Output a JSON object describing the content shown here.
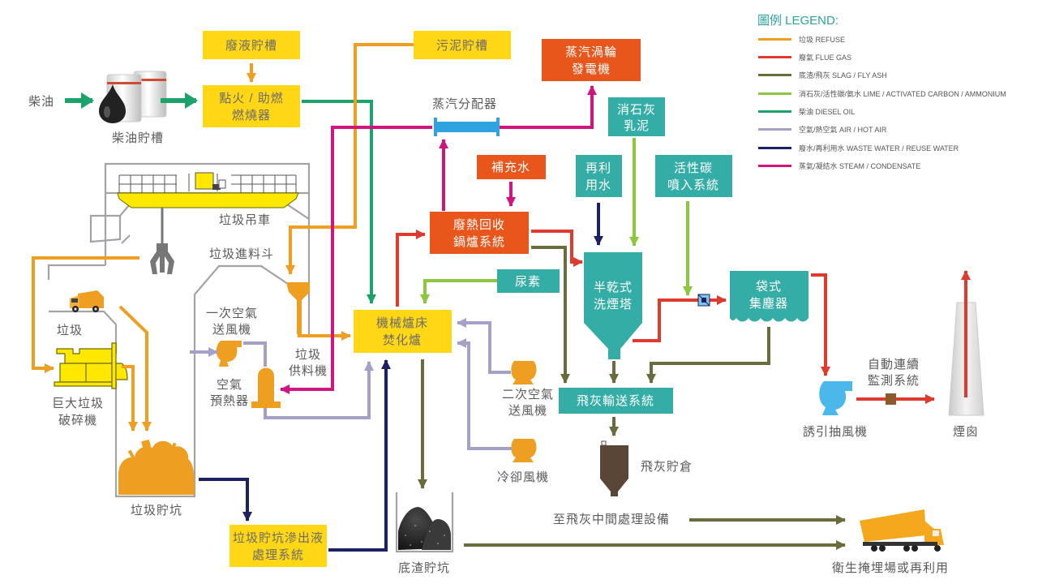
{
  "legend": {
    "title": "圖例  LEGEND:",
    "items": [
      {
        "label": "垃圾  REFUSE",
        "color": "#EE9F22"
      },
      {
        "label": "廢氣  FLUE GAS",
        "color": "#E0392E"
      },
      {
        "label": "底渣/飛灰  SLAG / FLY ASH",
        "color": "#6B6C3C"
      },
      {
        "label": "消石灰/活性碳/氨水  LIME / ACTIVATED CARBON / AMMONIUM",
        "color": "#8DC63F"
      },
      {
        "label": "柴油  DIESEL OIL",
        "color": "#1BA36B"
      },
      {
        "label": "空氣/熱空氣  AIR  / HOT AIR",
        "color": "#A3A1C9"
      },
      {
        "label": "廢水/再利用水  WASTE WATER / REUSE WATER",
        "color": "#1B2163"
      },
      {
        "label": "蒸氣/凝結水  STEAM / CONDENSATE",
        "color": "#D1157F"
      }
    ]
  },
  "boxes": {
    "waste_liquid_tank": {
      "lines": [
        "廢液貯槽"
      ]
    },
    "burner": {
      "lines": [
        "點火 / 助燃",
        "燃燒器"
      ]
    },
    "sludge_tank": {
      "lines": [
        "污泥貯槽"
      ]
    },
    "steam_turbine": {
      "lines": [
        "蒸汽渦輪",
        "發電機"
      ]
    },
    "lime_slurry": {
      "lines": [
        "消石灰",
        "乳泥"
      ]
    },
    "makeup_water": {
      "lines": [
        "補充水"
      ]
    },
    "reuse_water": {
      "lines": [
        "再利",
        "用水"
      ]
    },
    "activated_carbon": {
      "lines": [
        "活性碳",
        "噴入系統"
      ]
    },
    "boiler": {
      "lines": [
        "廢熱回收",
        "鍋爐系統"
      ]
    },
    "urea": {
      "lines": [
        "尿素"
      ]
    },
    "scrubber": {
      "lines": [
        "半乾式",
        "洗煙塔"
      ]
    },
    "baghouse": {
      "lines": [
        "袋式",
        "集塵器"
      ]
    },
    "incinerator": {
      "lines": [
        "機械爐床",
        "焚化爐"
      ]
    },
    "fly_ash_conveyor": {
      "lines": [
        "飛灰輸送系統"
      ]
    },
    "leachate": {
      "lines": [
        "垃圾貯坑滲出液",
        "處理系統"
      ]
    }
  },
  "labels": {
    "diesel": "柴油",
    "diesel_tank": "柴油貯槽",
    "steam_header": "蒸汽分配器",
    "crane": "垃圾吊車",
    "hopper": "垃圾進料斗",
    "primary_fan": [
      "一次空氣",
      "送風機"
    ],
    "air_preheater": [
      "空氣",
      "預熱器"
    ],
    "feeder": [
      "垃圾",
      "供料機"
    ],
    "refuse": "垃圾",
    "shredder": [
      "巨大垃圾",
      "破碎機"
    ],
    "refuse_pit": "垃圾貯坑",
    "bottom_ash_pit": "底渣貯坑",
    "secondary_fan": [
      "二次空氣",
      "送風機"
    ],
    "cooling_fan": "冷卻風機",
    "fly_ash_silo": "飛灰貯倉",
    "to_fly_ash_treatment": "至飛灰中間處理設備",
    "landfill": "衛生掩埋場或再利用",
    "cems": [
      "自動連續",
      "監測系統"
    ],
    "id_fan": "誘引抽風機",
    "stack": "煙囪"
  }
}
